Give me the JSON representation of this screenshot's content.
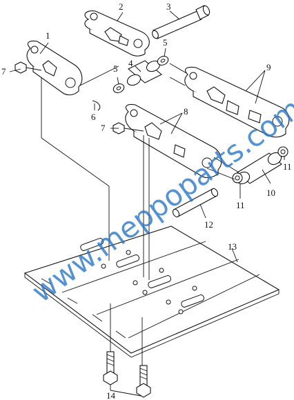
{
  "colors": {
    "lines": "#111111",
    "background": "#ffffff",
    "watermark": "#2a78c8"
  },
  "callouts": {
    "n1": "1",
    "n2": "2",
    "n3": "3",
    "n4": "4",
    "n5a": "5",
    "n5b": "5",
    "n6": "6",
    "n7a": "7",
    "n7b": "7",
    "n8": "8",
    "n9": "9",
    "n10": "10",
    "n11a": "11",
    "n11b": "11",
    "n12": "12",
    "n13": "13",
    "n14": "14"
  },
  "watermark": "www.meppoparts.com"
}
